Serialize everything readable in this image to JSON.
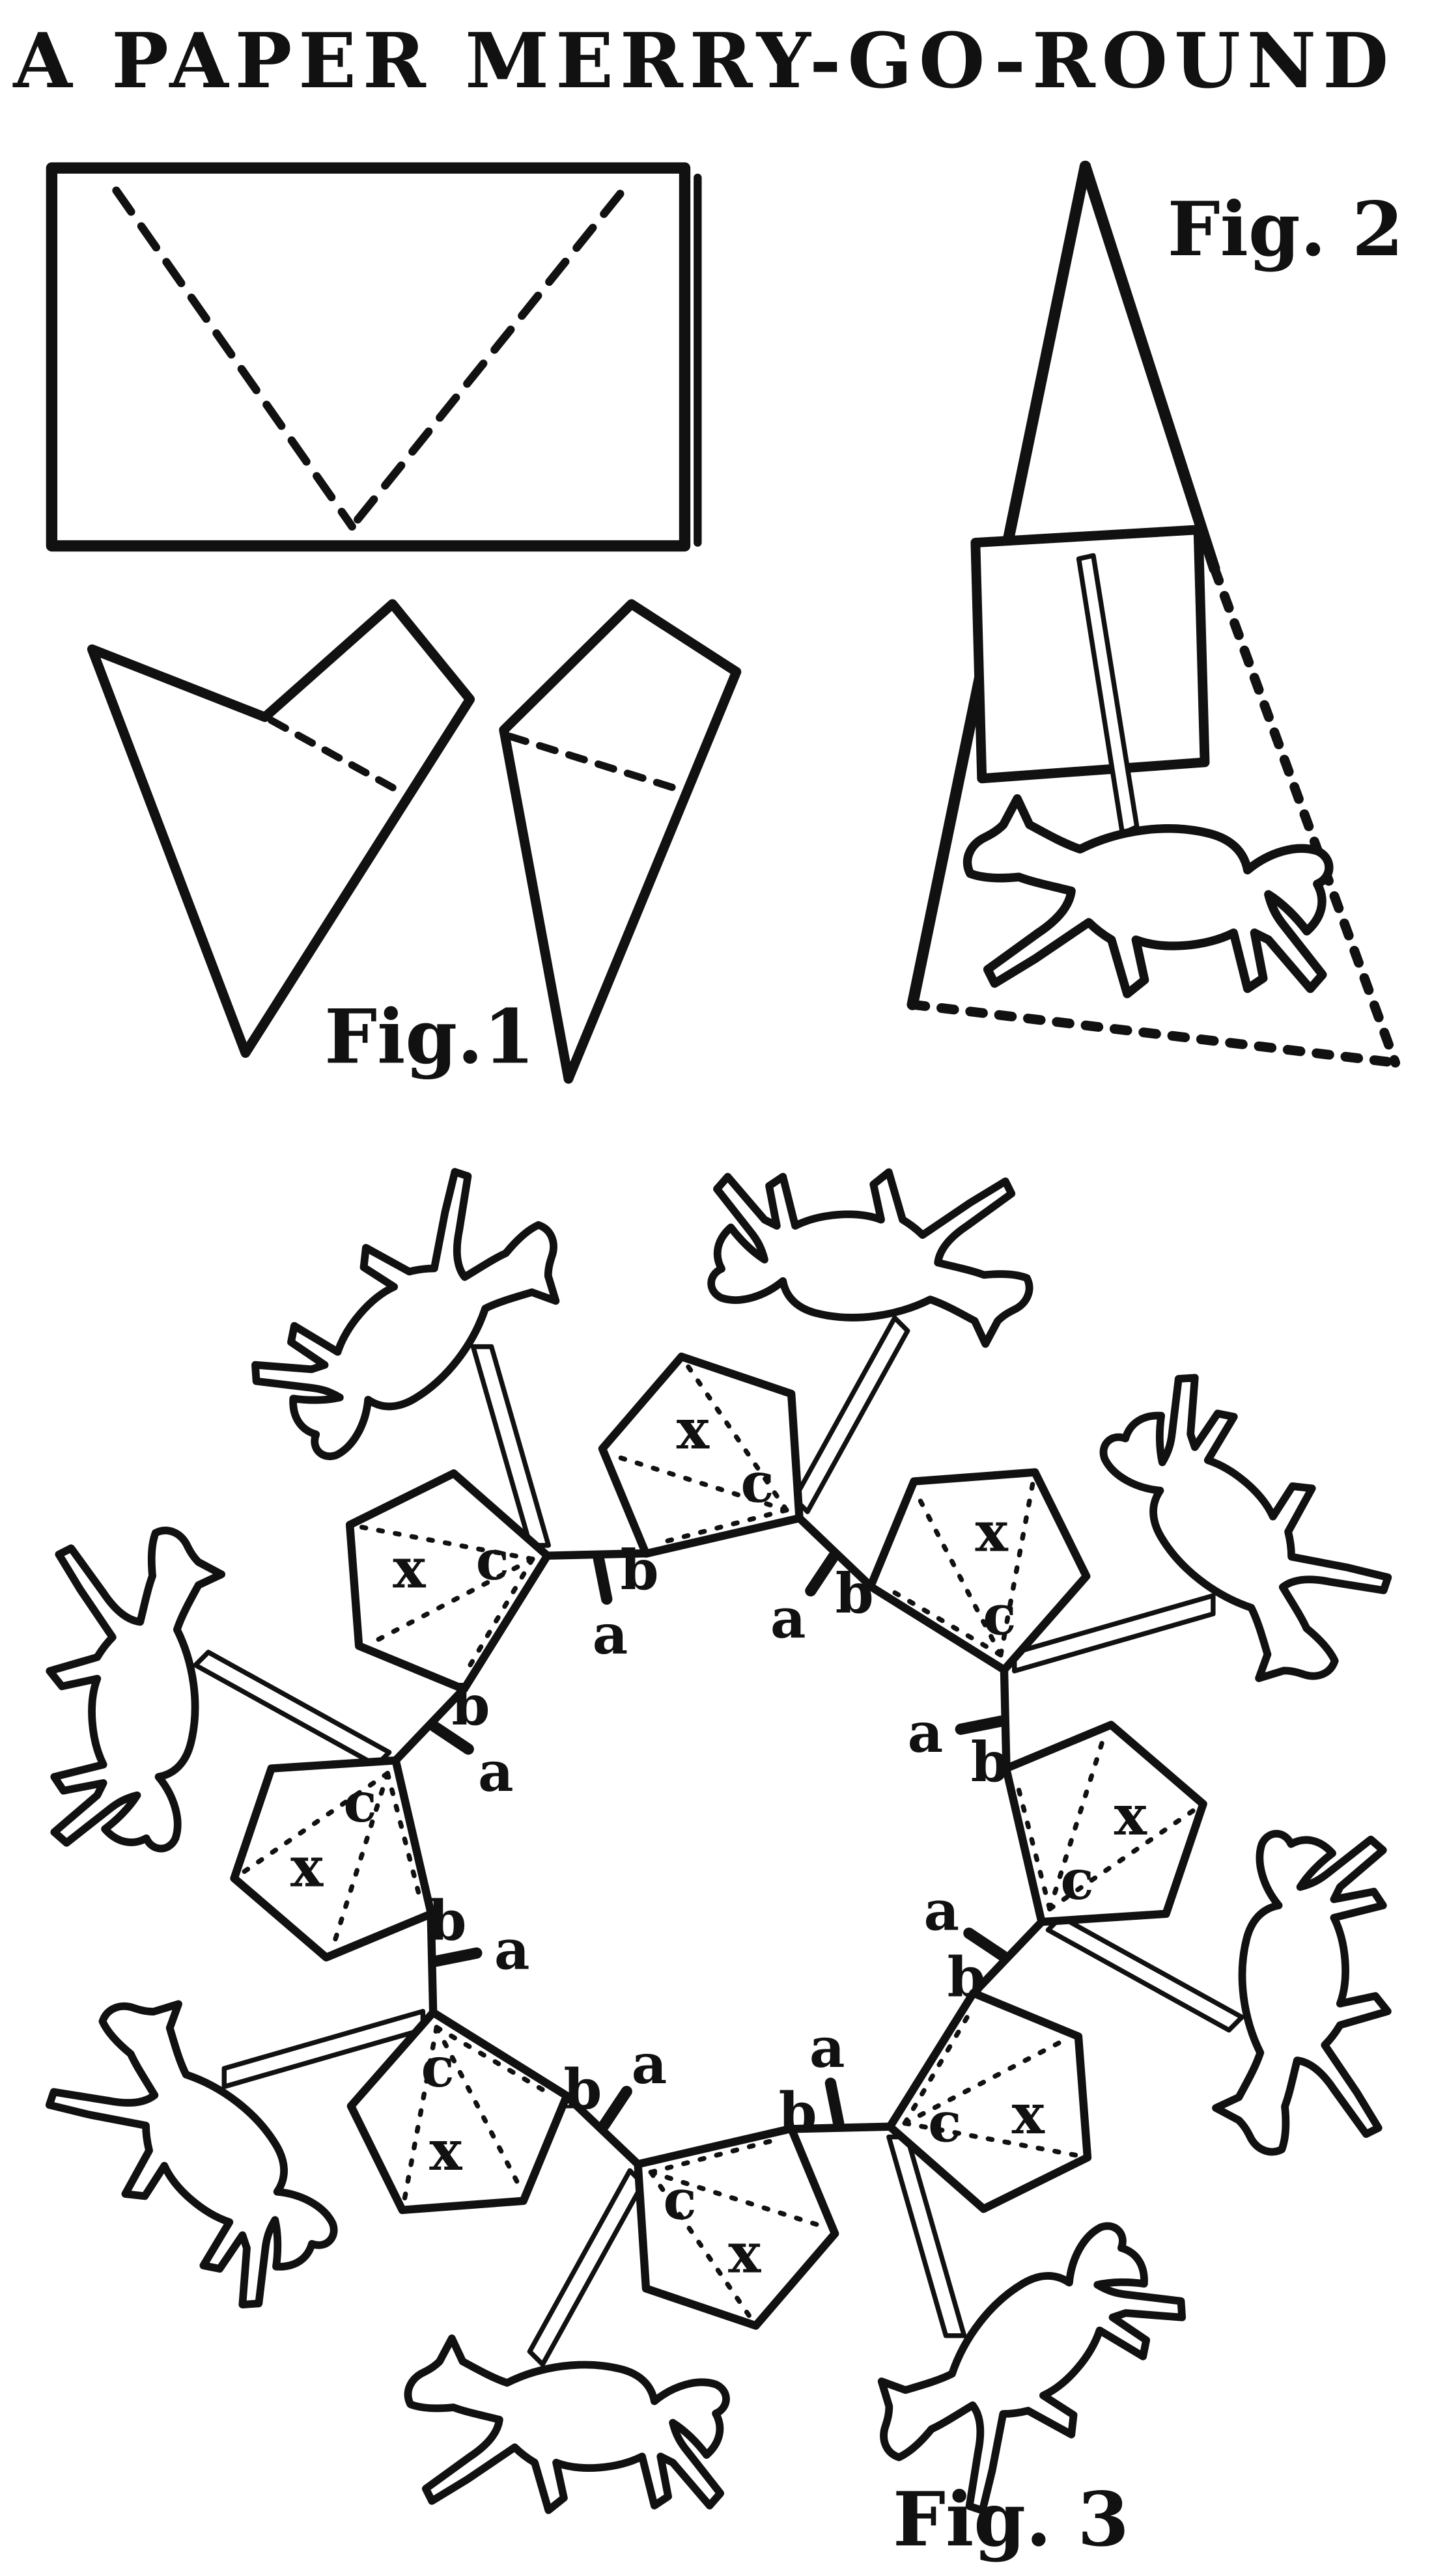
{
  "page": {
    "title": "A PAPER MERRY-GO-ROUND",
    "ink_color": "#111111",
    "paper_color": "#ffffff"
  },
  "fig1": {
    "caption": "Fig.1"
  },
  "fig2": {
    "caption": "Fig. 2"
  },
  "fig3": {
    "caption": "Fig. 3",
    "panel_letter": "x",
    "corner_letter_b": "b",
    "corner_letter_c": "c",
    "edge_letter": "a",
    "horse_count": 8,
    "panel_count": 8
  }
}
